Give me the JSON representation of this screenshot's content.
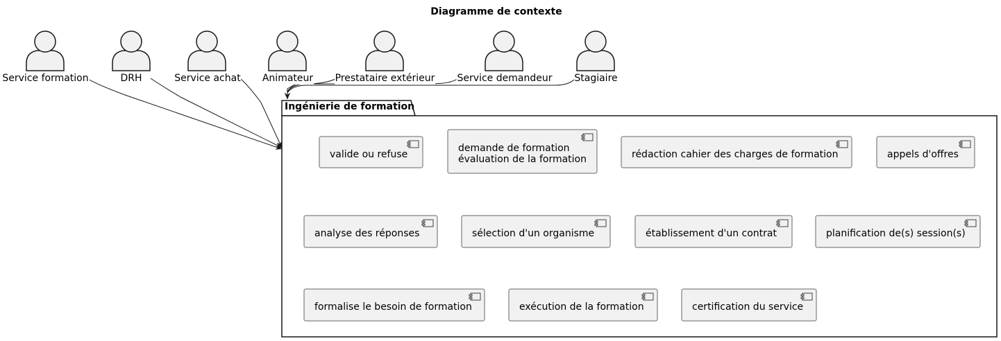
{
  "title": "Diagramme de contexte",
  "package": {
    "title": "Ingénierie de formation"
  },
  "actors": [
    {
      "id": "service-formation",
      "label": "Service formation"
    },
    {
      "id": "drh",
      "label": "DRH"
    },
    {
      "id": "service-achat",
      "label": "Service achat"
    },
    {
      "id": "animateur",
      "label": "Animateur"
    },
    {
      "id": "prestataire-exterieur",
      "label": "Prestataire extérieur"
    },
    {
      "id": "service-demandeur",
      "label": "Service demandeur"
    },
    {
      "id": "stagiaire",
      "label": "Stagiaire"
    }
  ],
  "components": [
    {
      "id": "valide-ou-refuse",
      "lines": [
        "valide ou refuse"
      ]
    },
    {
      "id": "demande-evaluation",
      "lines": [
        "demande de formation",
        "évaluation de la formation"
      ]
    },
    {
      "id": "redaction-cahier",
      "lines": [
        "rédaction cahier des charges de formation"
      ]
    },
    {
      "id": "appels-offres",
      "lines": [
        "appels d'offres"
      ]
    },
    {
      "id": "analyse-reponses",
      "lines": [
        "analyse des réponses"
      ]
    },
    {
      "id": "selection-organisme",
      "lines": [
        "sélection d'un organisme"
      ]
    },
    {
      "id": "etablissement-contrat",
      "lines": [
        "établissement d'un contrat"
      ]
    },
    {
      "id": "planification-sessions",
      "lines": [
        "planification de(s) session(s)"
      ]
    },
    {
      "id": "formalise-besoin",
      "lines": [
        "formalise le besoin de formation"
      ]
    },
    {
      "id": "execution-formation",
      "lines": [
        "exécution de la formation"
      ]
    },
    {
      "id": "certification-service",
      "lines": [
        "certification du service"
      ]
    }
  ],
  "colors": {
    "actor_fill": "#f1f1f1",
    "component_fill": "#f1f1f1",
    "stroke": "#181818",
    "component_stroke": "#666666"
  }
}
